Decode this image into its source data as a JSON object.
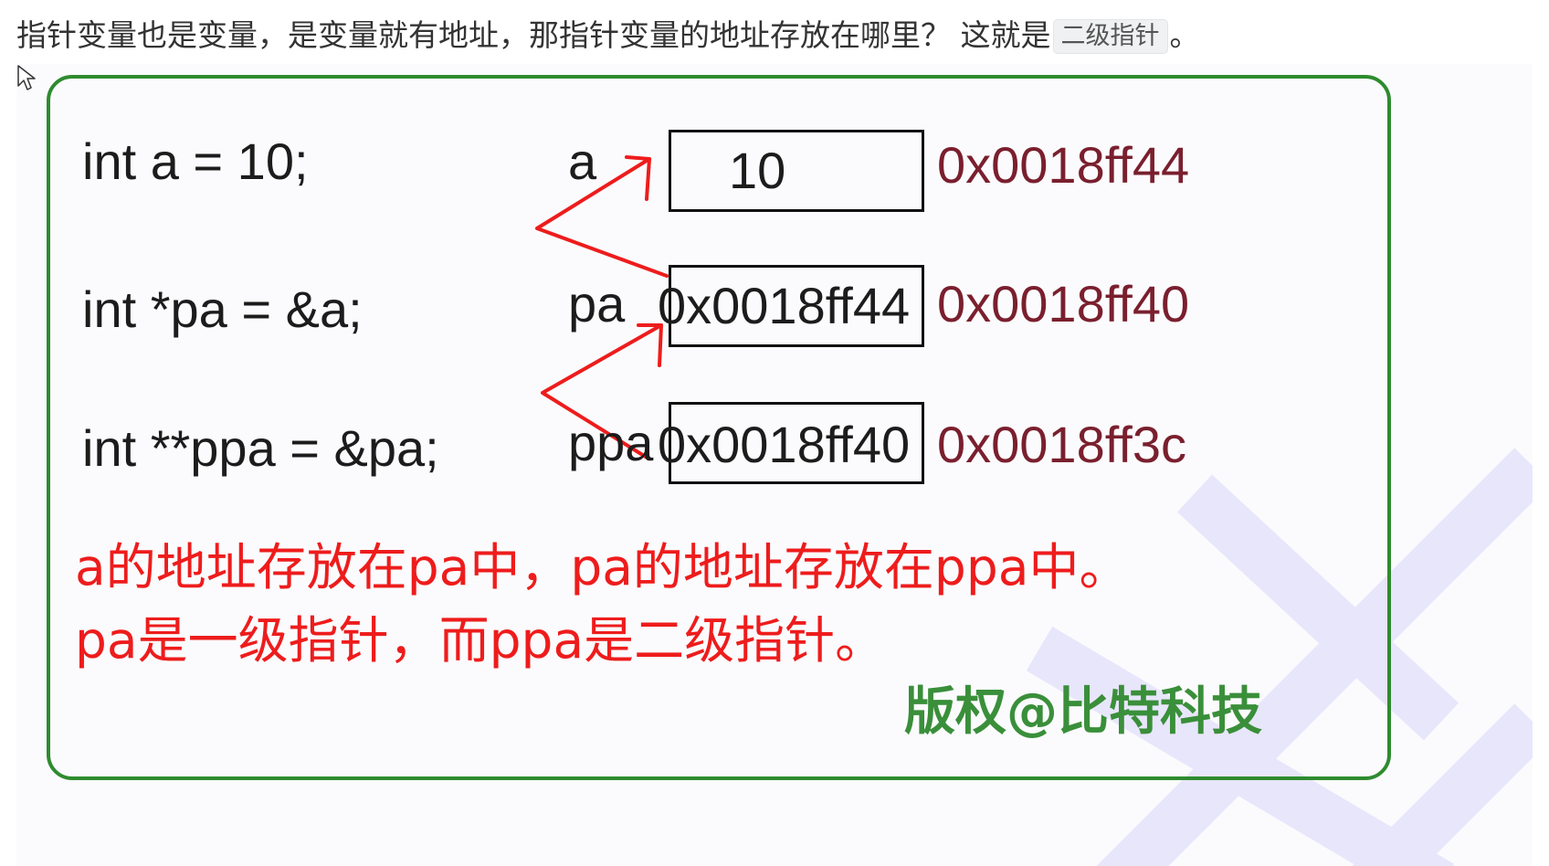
{
  "intro": {
    "text": "指针变量也是变量，是变量就有地址，那指针变量的地址存放在哪里？ 这就是",
    "term": "二级指针",
    "end": "。"
  },
  "figure": {
    "rows": [
      {
        "code": "int a = 10;",
        "var": "a",
        "value": "10",
        "address": "0x0018ff44"
      },
      {
        "code": "int *pa = &a;",
        "var": "pa",
        "value": "0x0018ff44",
        "address": "0x0018ff40"
      },
      {
        "code": "int **ppa = &pa;",
        "var": "ppa",
        "value": "0x0018ff40",
        "address": "0x0018ff3c"
      }
    ],
    "notes": [
      "a的地址存放在pa中，pa的地址存放在ppa中。",
      "pa是一级指针，而ppa是二级指针。"
    ],
    "copyright": "版权@比特科技"
  },
  "colors": {
    "frame": "#2e8b2e",
    "arrow": "#ee1c1c",
    "address": "#7a1f2e",
    "note": "#ee1c1c",
    "copyright": "#3a8f3a",
    "watermark": "#e8e6fb"
  },
  "icons": {
    "cursor": "mouse-pointer-icon",
    "watermark": "logo-watermark"
  }
}
